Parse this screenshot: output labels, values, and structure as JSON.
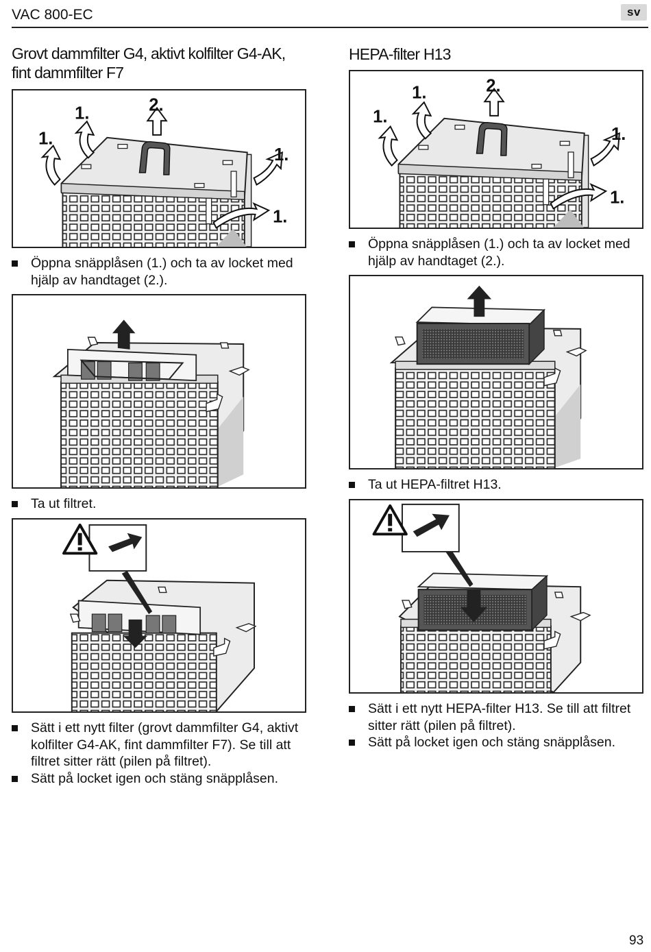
{
  "header": {
    "title": "VAC 800-EC",
    "language": "sv"
  },
  "left": {
    "title_line1": "Grovt dammfilter G4, aktivt kolfilter G4-AK,",
    "title_line2": "fint dammfilter F7",
    "step1": {
      "labels": [
        "1.",
        "1.",
        "2.",
        "1.",
        "1."
      ],
      "text": "Öppna snäpplåsen (1.) och ta av locket med hjälp av handtaget (2.)."
    },
    "step2": {
      "text": "Ta ut filtret."
    },
    "step3": {
      "bullets": [
        "Sätt i ett nytt filter (grovt dammfilter G4, aktivt kolfilter G4-AK, fint dammfilter F7). Se till att filtret sitter rätt (pilen på filtret).",
        "Sätt på locket igen och stäng snäpplåsen."
      ]
    }
  },
  "right": {
    "title": "HEPA-filter H13",
    "step1": {
      "labels": [
        "1.",
        "1.",
        "2.",
        "1.",
        "1."
      ],
      "text": "Öppna snäpplåsen (1.) och ta av locket med hjälp av handtaget (2.)."
    },
    "step2": {
      "text": "Ta ut HEPA-filtret H13."
    },
    "step3": {
      "bullets": [
        "Sätt i ett nytt HEPA-filter H13. Se till att filtret sitter rätt (pilen på filtret).",
        "Sätt på locket igen och stäng snäpplåsen."
      ]
    }
  },
  "footer": {
    "page_number": "93"
  }
}
